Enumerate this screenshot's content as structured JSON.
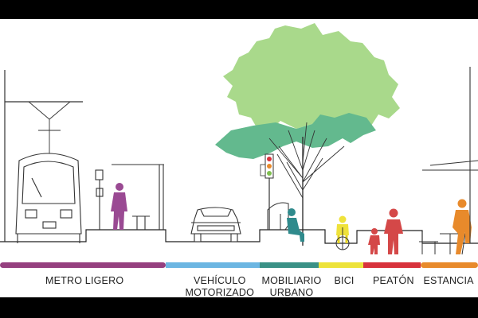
{
  "zones": [
    {
      "id": "metro-ligero",
      "lines": [
        "METRO LIGERO"
      ],
      "color": "#95407f"
    },
    {
      "id": "vehiculo-motorizado",
      "lines": [
        "VEHÍCULO",
        "MOTORIZADO"
      ],
      "color": "#6cb6e2"
    },
    {
      "id": "mobiliario-urbano",
      "lines": [
        "MOBILIARIO",
        "URBANO"
      ],
      "color": "#3a9186"
    },
    {
      "id": "bici",
      "lines": [
        "BICI"
      ],
      "color": "#ede33a"
    },
    {
      "id": "peaton",
      "lines": [
        "PEATÓN"
      ],
      "color": "#d8323c"
    },
    {
      "id": "estancia",
      "lines": [
        "ESTANCIA"
      ],
      "color": "#e88a2b"
    }
  ],
  "colors": {
    "tree_light": "#a9d98b",
    "tree_dark": "#63b98e",
    "pedestrian_purple": "#9a4a93",
    "sitting_teal": "#2f8a8c",
    "cyclist_yellow": "#efe23a",
    "pedestrian_red": "#d44848",
    "estancia_orange": "#e88a2b"
  },
  "icons": [
    "tram-icon",
    "car-icon",
    "tree-icon",
    "traffic-light-icon",
    "bench-icon",
    "bicycle-icon",
    "table-icon"
  ]
}
